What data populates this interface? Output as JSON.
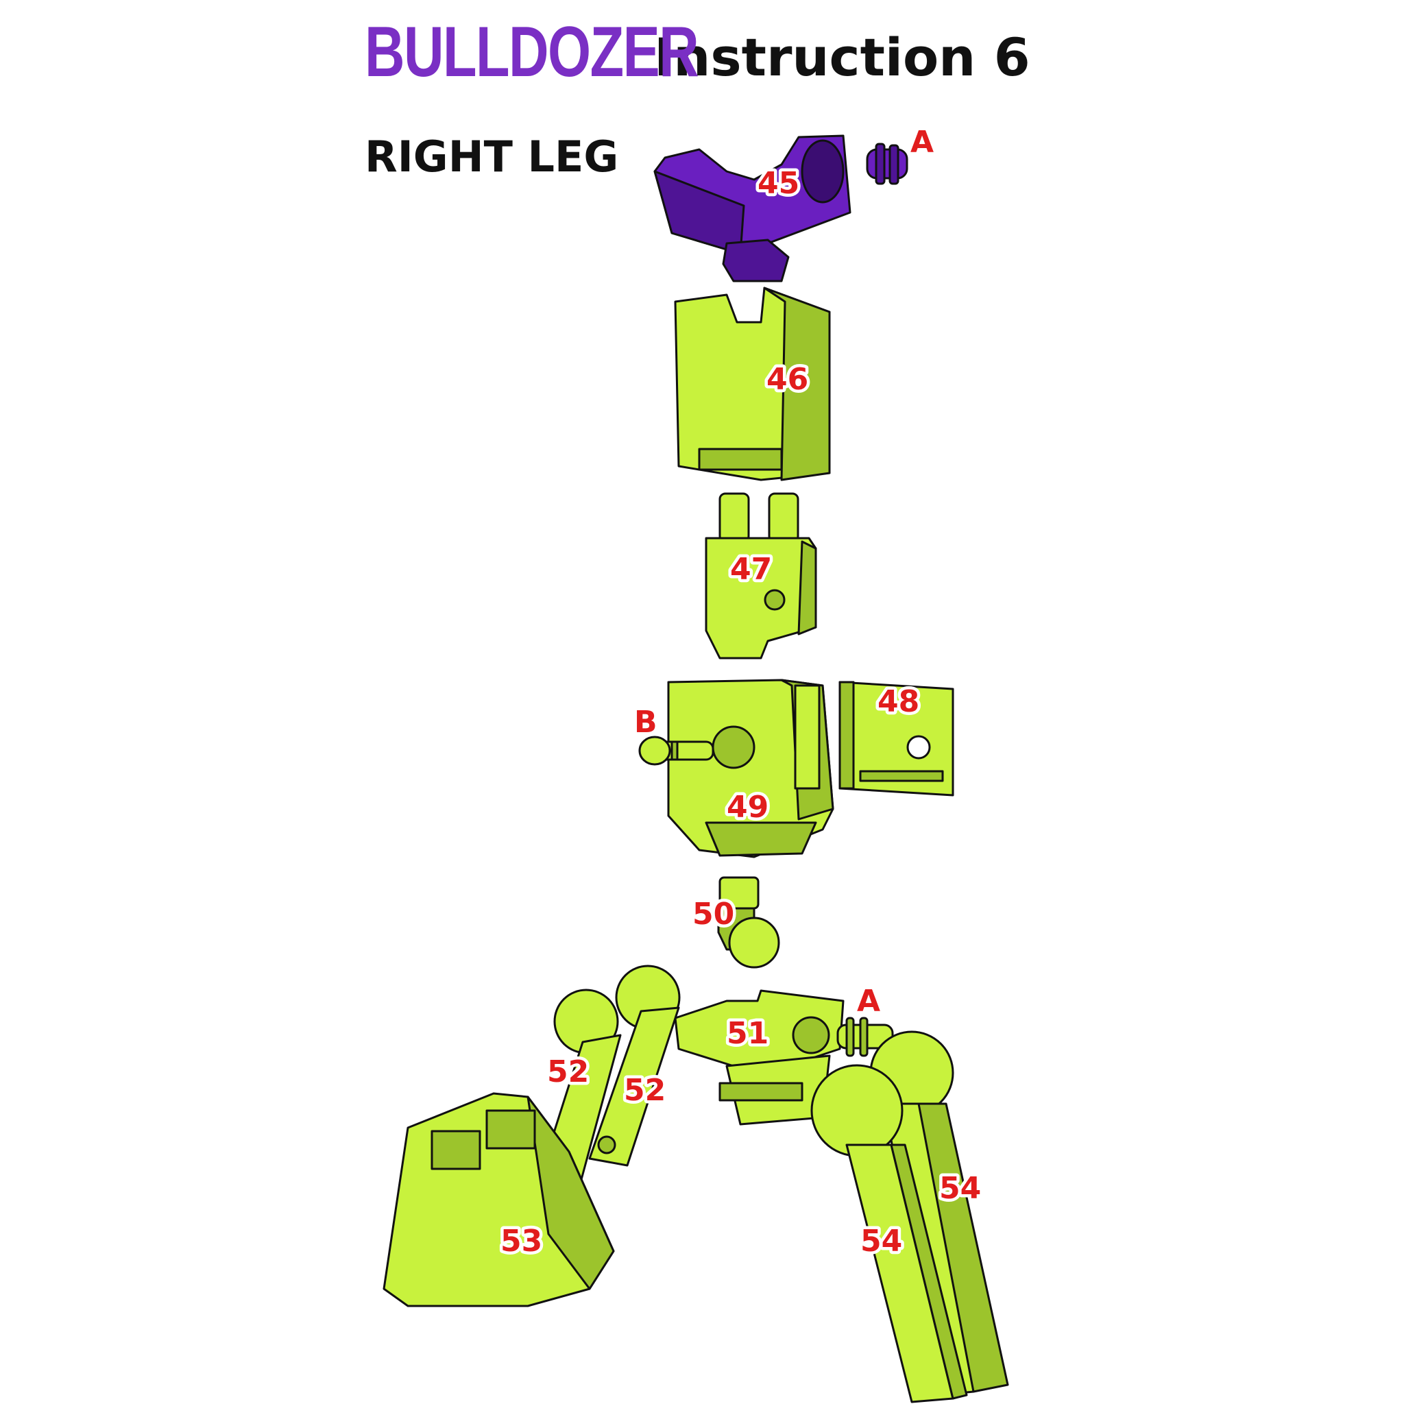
{
  "header": {
    "brand": "BULLDOZER",
    "subtitle": "Instruction 6"
  },
  "section_title": "RIGHT LEG",
  "part_labels": {
    "p45": "45",
    "pA1": "A",
    "p46": "46",
    "p47": "47",
    "p48": "48",
    "pB": "B",
    "p49": "49",
    "p50": "50",
    "p51": "51",
    "pA2": "A",
    "p52a": "52",
    "p52b": "52",
    "p53": "53",
    "p54a": "54",
    "p54b": "54"
  },
  "colors": {
    "purple_part": "#6a1fc0",
    "green_part": "#c8f23d",
    "green_shade": "#9cc42c",
    "outline": "#111111",
    "label": "#e11d1d"
  }
}
